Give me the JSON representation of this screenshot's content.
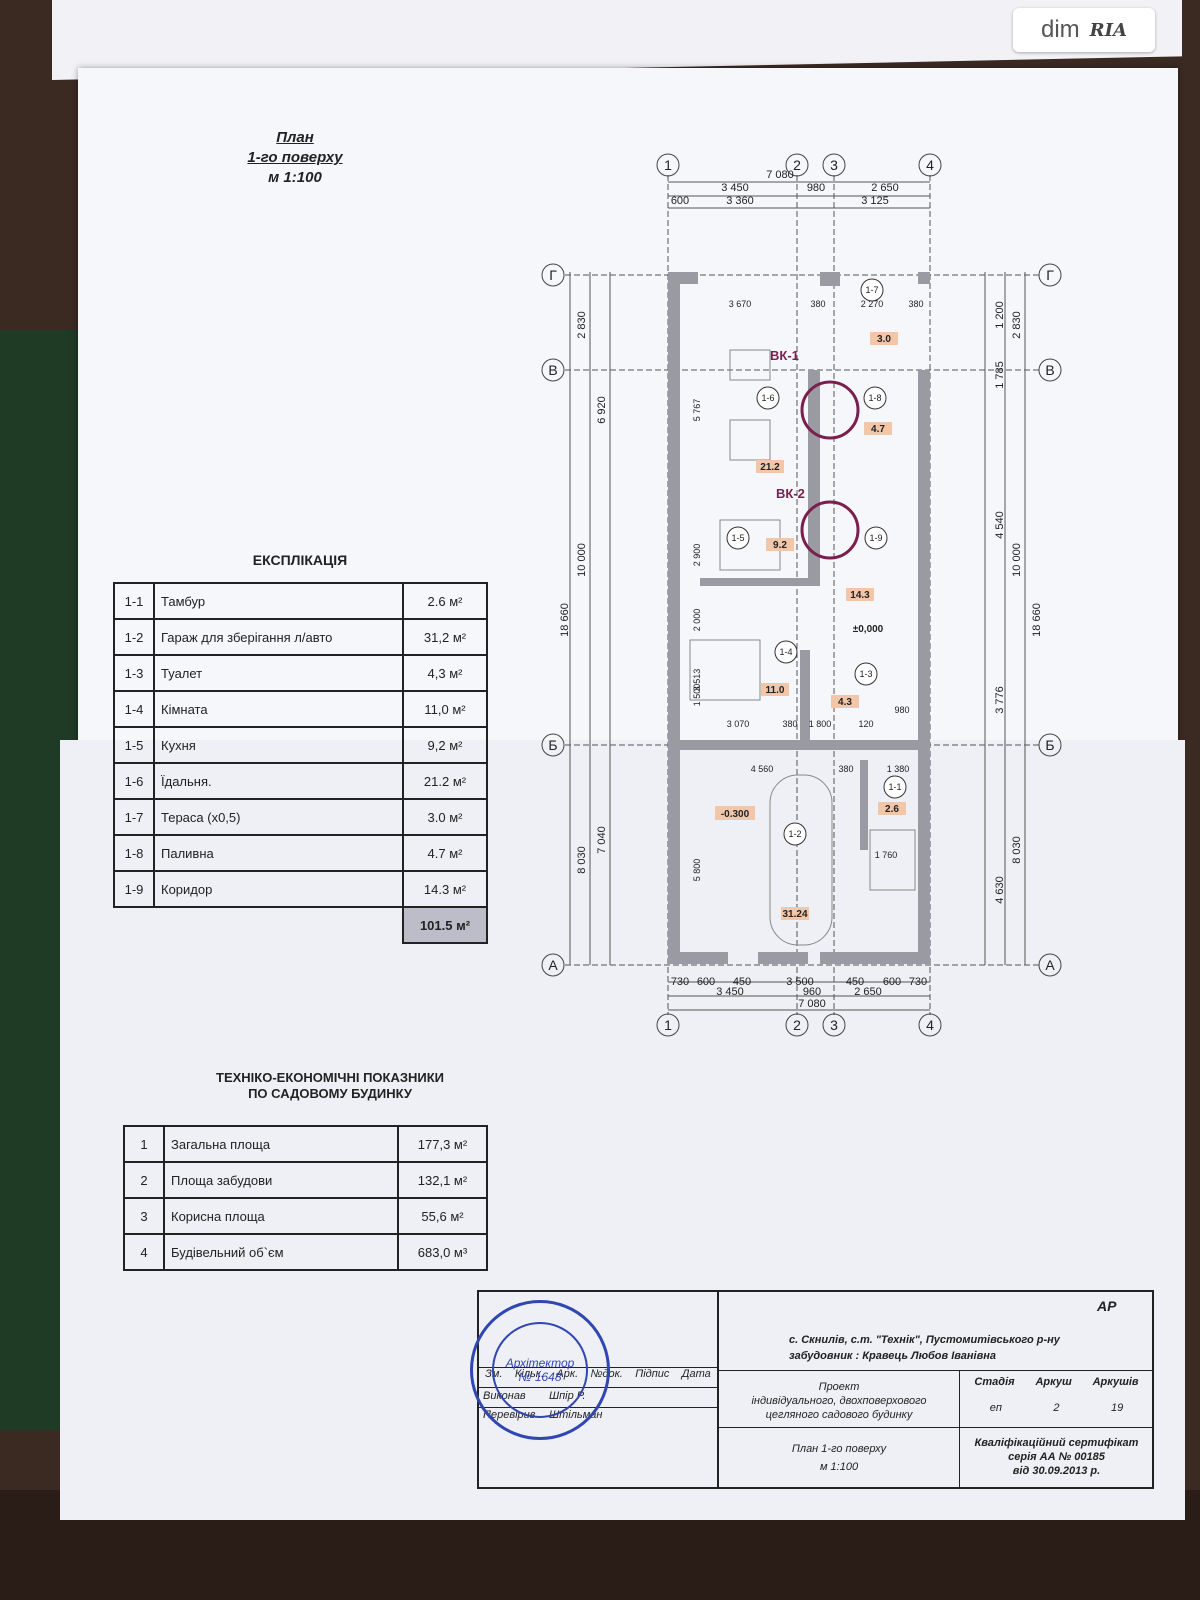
{
  "watermark": {
    "dim": "dim",
    "ria": "RIA"
  },
  "plan_title": {
    "line1": "План",
    "line2": "1-го поверху",
    "line3": "м 1:100"
  },
  "explication": {
    "title": "ЕКСПЛІКАЦІЯ",
    "rows": [
      {
        "num": "1-1",
        "name": "Тамбур",
        "area": "2.6 м²"
      },
      {
        "num": "1-2",
        "name": "Гараж для зберігання л/авто",
        "area": "31,2 м²"
      },
      {
        "num": "1-3",
        "name": "Туалет",
        "area": "4,3 м²"
      },
      {
        "num": "1-4",
        "name": "Кімната",
        "area": "11,0 м²"
      },
      {
        "num": "1-5",
        "name": "Кухня",
        "area": "9,2 м²"
      },
      {
        "num": "1-6",
        "name": "Їдальня.",
        "area": "21.2 м²"
      },
      {
        "num": "1-7",
        "name": "Тераса (х0,5)",
        "area": "3.0 м²"
      },
      {
        "num": "1-8",
        "name": "Паливна",
        "area": "4.7 м²"
      },
      {
        "num": "1-9",
        "name": "Коридор",
        "area": "14.3 м²"
      }
    ],
    "total": "101.5 м²"
  },
  "indicators": {
    "title_line1": "ТЕХНІКО-ЕКОНОМІЧНІ ПОКАЗНИКИ",
    "title_line2": "ПО САДОВОМУ БУДИНКУ",
    "rows": [
      {
        "num": "1",
        "name": "Загальна площа",
        "value": "177,3 м²"
      },
      {
        "num": "2",
        "name": "Площа забудови",
        "value": "132,1 м²"
      },
      {
        "num": "3",
        "name": "Корисна площа",
        "value": "55,6 м²"
      },
      {
        "num": "4",
        "name": "Будівельний об`єм",
        "value": "683,0 м³"
      }
    ]
  },
  "drawing": {
    "axes_top": [
      "1",
      "2",
      "3",
      "4"
    ],
    "axes_side": [
      "Г",
      "В",
      "Б",
      "А"
    ],
    "dims_top": {
      "total": "7 080",
      "a": "3 450",
      "b": "980",
      "c": "2 650",
      "d": "600",
      "e": "3 360",
      "f": "3 125"
    },
    "dims_bottom": {
      "a": "730",
      "b": "600",
      "c": "450",
      "d": "3 500",
      "e": "450",
      "f": "600",
      "g": "730",
      "h": "3 450",
      "i": "960",
      "j": "2 650",
      "total": "7 080"
    },
    "dims_left": {
      "a": "2 830",
      "b": "6 920",
      "c": "10 000",
      "d": "18 660",
      "e": "8 030",
      "f": "7 040"
    },
    "dims_right": {
      "a": "2 830",
      "b": "1 200",
      "c": "1 785",
      "d": "4 540",
      "e": "10 000",
      "f": "18 660",
      "g": "3 776",
      "h": "8 030",
      "i": "4 630"
    },
    "inner_dims": [
      "3 670",
      "380",
      "2 270",
      "380",
      "5 767",
      "3 070",
      "380",
      "1 800",
      "120",
      "980",
      "4 560",
      "380",
      "1 380",
      "5 800",
      "1 760",
      "2 900",
      "2 000",
      "1 500",
      "3 513"
    ],
    "rooms": [
      {
        "id": "1-7",
        "area": "3.0"
      },
      {
        "id": "1-6",
        "area": "21.2"
      },
      {
        "id": "1-8",
        "area": "4.7"
      },
      {
        "id": "1-5",
        "area": "9.2"
      },
      {
        "id": "1-9",
        "area": "14.3"
      },
      {
        "id": "1-4",
        "area": "11.0"
      },
      {
        "id": "1-3",
        "area": "4.3"
      },
      {
        "id": "1-1",
        "area": "2.6"
      },
      {
        "id": "1-2",
        "area": "31.24"
      }
    ],
    "level_0": "±0,000",
    "level_garage": "-0.300",
    "vk1": "ВК-1",
    "vk2": "ВК-2"
  },
  "title_block": {
    "code": "АР",
    "location": "с. Скнилів, с.т. \"Технік\", Пустомитівського р-ну",
    "client": "забудовник :  Кравець Любов Іванівна",
    "project_line1": "Проект",
    "project_line2": "індивідуального, двохповерхового",
    "project_line3": "цегляного садового будинку",
    "headers": [
      "Зм.",
      "Кільк.",
      "Арк.",
      "№док.",
      "Підпис",
      "Дата"
    ],
    "sheet_headers": [
      "Стадія",
      "Аркуш",
      "Аркушів"
    ],
    "sheet_values": [
      "еп",
      "2",
      "19"
    ],
    "sheet_title": "План  1-го поверху",
    "sheet_scale": "м 1:100",
    "cert_line1": "Кваліфікаційний сертифікат",
    "cert_line2": "серія АА  № 00185",
    "cert_line3": "від 30.09.2013 р.",
    "people": [
      "Виконав",
      "Шпір Р.",
      "Перевірив",
      "Штільман"
    ],
    "stamp_top": "Архітектор",
    "stamp_num": "№ 1648"
  }
}
